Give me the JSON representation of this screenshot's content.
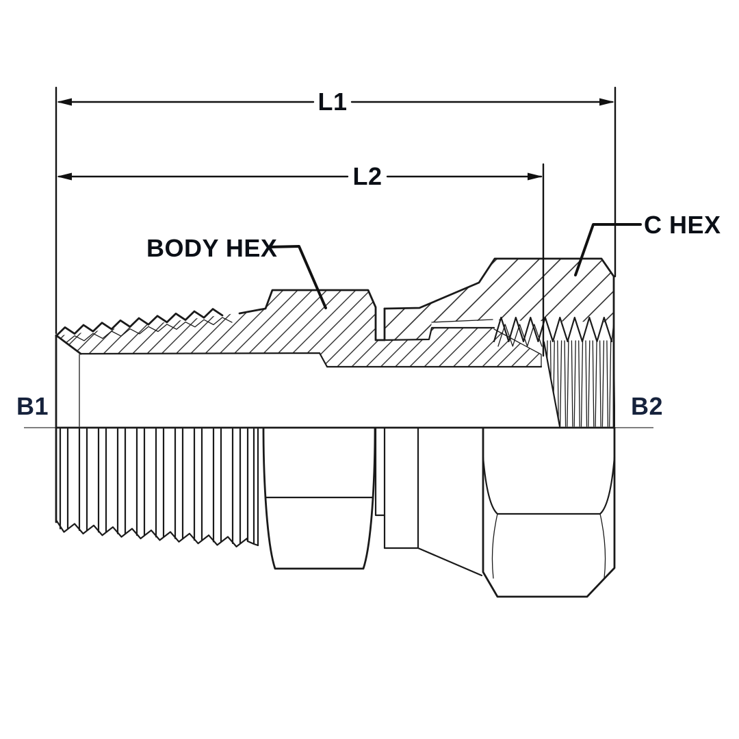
{
  "drawing": {
    "type": "technical-section-drawing",
    "subject": "male-pipe-to-female-swivel-adapter-fitting",
    "labels": {
      "l1": "L1",
      "l2": "L2",
      "b1": "B1",
      "b2": "B2",
      "body_hex": "BODY HEX",
      "c_hex": "C HEX"
    },
    "colors": {
      "line": "#1a1a1a",
      "dimension_label": "#0b0f16",
      "port_label": "#16223c",
      "centerline": "#555555",
      "background": "#ffffff"
    }
  }
}
